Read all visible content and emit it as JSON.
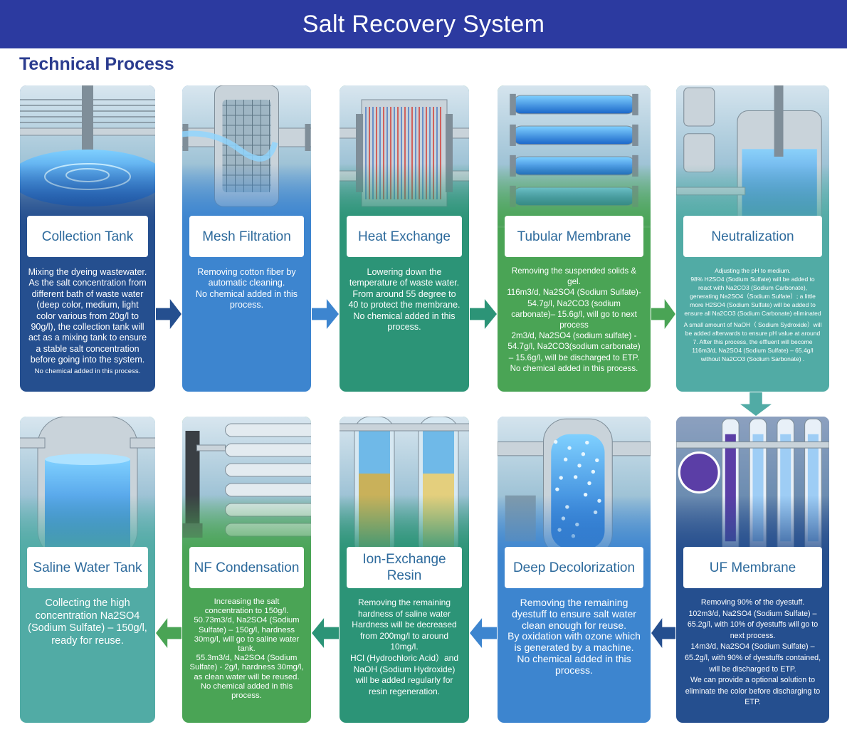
{
  "header": {
    "title": "Salt Recovery System"
  },
  "section": {
    "title": "Technical Process"
  },
  "colors": {
    "banner": "#2c3aa0",
    "heading": "#2b3c8f"
  },
  "steps": [
    {
      "id": "collection-tank",
      "icon": "collection-tank-icon",
      "color": "#254f8f",
      "title": "Collection Tank",
      "lines": [
        "Mixing the dyeing wastewater. As the salt concentration from different bath of waste water (deep color, medium, light  color various from 20g/l to 90g/l), the collection tank will act as a mixing tank to ensure a stable salt concentration before going into the system.",
        "No chemical added in this process."
      ]
    },
    {
      "id": "mesh-filtration",
      "icon": "mesh-filter-icon",
      "color": "#3d85cf",
      "title": "Mesh Filtration",
      "lines": [
        "Removing cotton fiber by automatic cleaning.",
        "No chemical added in this process."
      ]
    },
    {
      "id": "heat-exchange",
      "icon": "heat-exchanger-icon",
      "color": "#2c9477",
      "title": "Heat Exchange",
      "lines": [
        "Lowering down the temperature of waste water.",
        "From around 55 degree to 40 to protect the membrane.",
        "No chemical added in this process."
      ]
    },
    {
      "id": "tubular-membrane",
      "icon": "tubular-membrane-icon",
      "color": "#4aa455",
      "title": "Tubular Membrane",
      "lines": [
        "Removing the suspended solids & gel.",
        "116m3/d, Na2SO4 (Sodium Sulfate)- 54.7g/l, Na2CO3 (sodium carbonate)– 15.6g/l, will go to next process",
        "2m3/d, Na2SO4 (sodium sulfate) - 54.7g/l, Na2CO3(sodium carbonate) – 15.6g/l, will be discharged to ETP.",
        "No chemical added in this process."
      ]
    },
    {
      "id": "neutralization",
      "icon": "neutralization-reactor-icon",
      "color": "#51aba5",
      "title": "Neutralization",
      "lines": [
        "Adjusting the pH to medium.",
        "98% H2SO4 (Sodium Sulfate) will be added to react with Na2CO3 (Sodium Carbonate), generating Na2SO4（Sodium Sulfate）; a little more H2SO4 (Sodium Sulfate) will be added to ensure all Na2CO3 (Sodium Carbonate) eliminated",
        "A small amount of NaOH（ Sodium Sydroxide）will be added afterwards to ensure pH value at around 7. After this process, the effluent will become 116m3/d, Na2SO4 (Sodium Sulfate) – 65.4g/l without Na2CO3 (Sodium Sarbonate) ."
      ]
    },
    {
      "id": "uf-membrane",
      "icon": "uf-membrane-icon",
      "color": "#254f8f",
      "title": "UF Membrane",
      "lines": [
        "Removing 90% of the dyestuff.",
        "102m3/d, Na2SO4 (Sodium Sulfate) – 65.2g/l, with 10% of dyestuffs will go to next process.",
        "14m3/d, Na2SO4 (Sodium Sulfate) – 65.2g/l, with 90% of dyestuffs contained, will be discharged to ETP.",
        "We can provide a optional solution to eliminate the color before discharging to ETP."
      ]
    },
    {
      "id": "deep-decolorization",
      "icon": "decolorization-vessel-icon",
      "color": "#3d85cf",
      "title": "Deep Decolorization",
      "lines": [
        "Removing the remaining dyestuff to ensure salt water clean enough for reuse.",
        "By oxidation with ozone which is generated by a machine.",
        "No chemical added in this process."
      ]
    },
    {
      "id": "ion-exchange-resin",
      "icon": "ion-exchange-column-icon",
      "color": "#2c9477",
      "title": "Ion-Exchange Resin",
      "lines": [
        "Removing the remaining hardness of saline water",
        "Hardness will be decreased from 200mg/l to around 10mg/l.",
        "HCl (Hydrochloric Acid）and NaOH (Sodium Hydroxide)  will be added regularly for resin regeneration."
      ]
    },
    {
      "id": "nf-condensation",
      "icon": "nf-condensation-icon",
      "color": "#4aa455",
      "title": "NF Condensation",
      "lines": [
        "Increasing the salt concentration to 150g/l.",
        "50.73m3/d, Na2SO4 (Sodium Sulfate) – 150g/l, hardness 30mg/l, will go to saline water tank.",
        "55.3m3/d, Na2SO4 (Sodium Sulfate) - 2g/l, hardness 30mg/l, as clean water will be reused.",
        "No chemical added in this process."
      ]
    },
    {
      "id": "saline-water-tank",
      "icon": "saline-water-tank-icon",
      "color": "#51aba5",
      "title": "Saline Water Tank",
      "lines": [
        "Collecting the high concentration Na2SO4 (Sodium Sulfate)  – 150g/l, ready for reuse."
      ]
    }
  ]
}
